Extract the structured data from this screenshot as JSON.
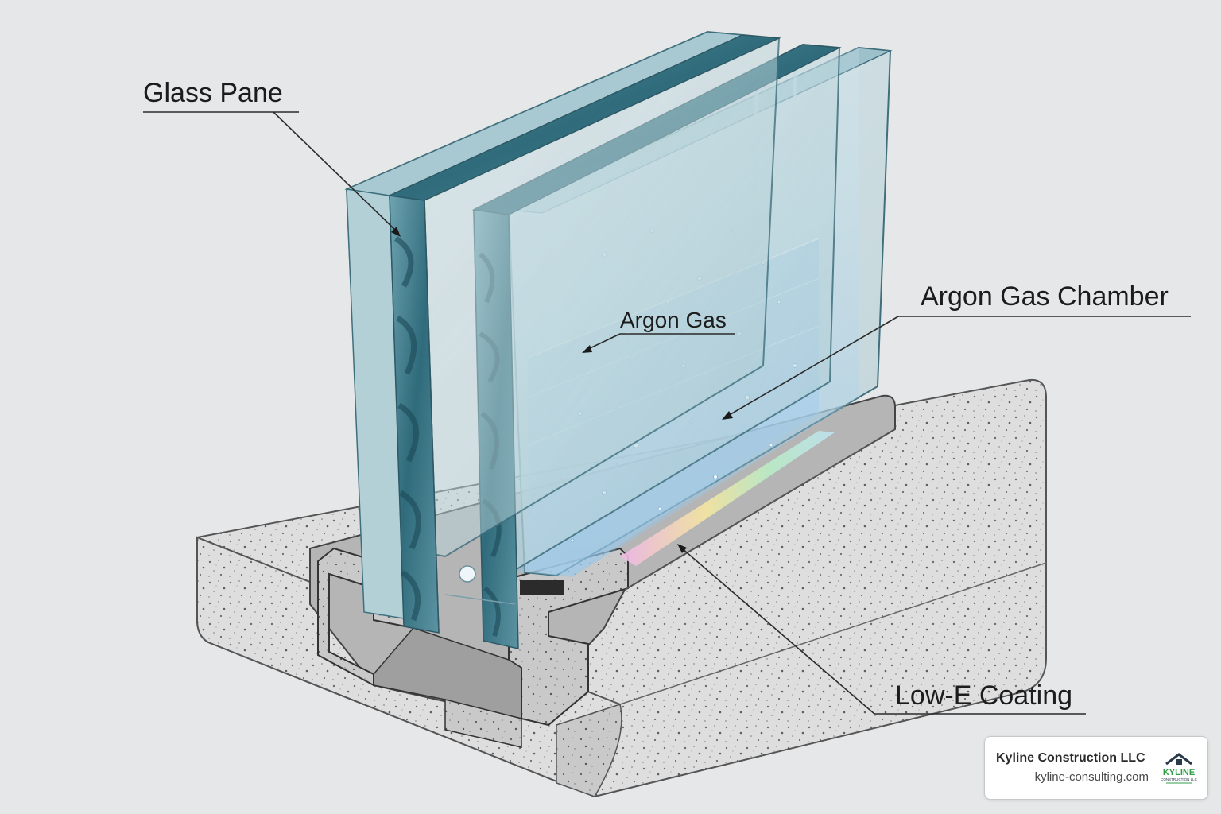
{
  "labels": {
    "glass_pane": "Glass Pane",
    "argon_gas": "Argon Gas",
    "argon_gas_chamber": "Argon Gas Chamber",
    "low_e_coating": "Low-E Coating"
  },
  "brand": {
    "company": "Kyline Construction LLC",
    "website": "kyline-consulting.com",
    "logo_wordmark": "KYLINE",
    "logo_subtext": "CONSTRUCTION LLC"
  },
  "colors": {
    "background": "#e6e7e8",
    "glass_edge": "#4f8a99",
    "glass_face": "#b9d4db",
    "argon": "#a9d3ef",
    "concrete": "#d9d9d9",
    "frame": "#a9a9a9",
    "logo_green": "#2f9e47"
  }
}
